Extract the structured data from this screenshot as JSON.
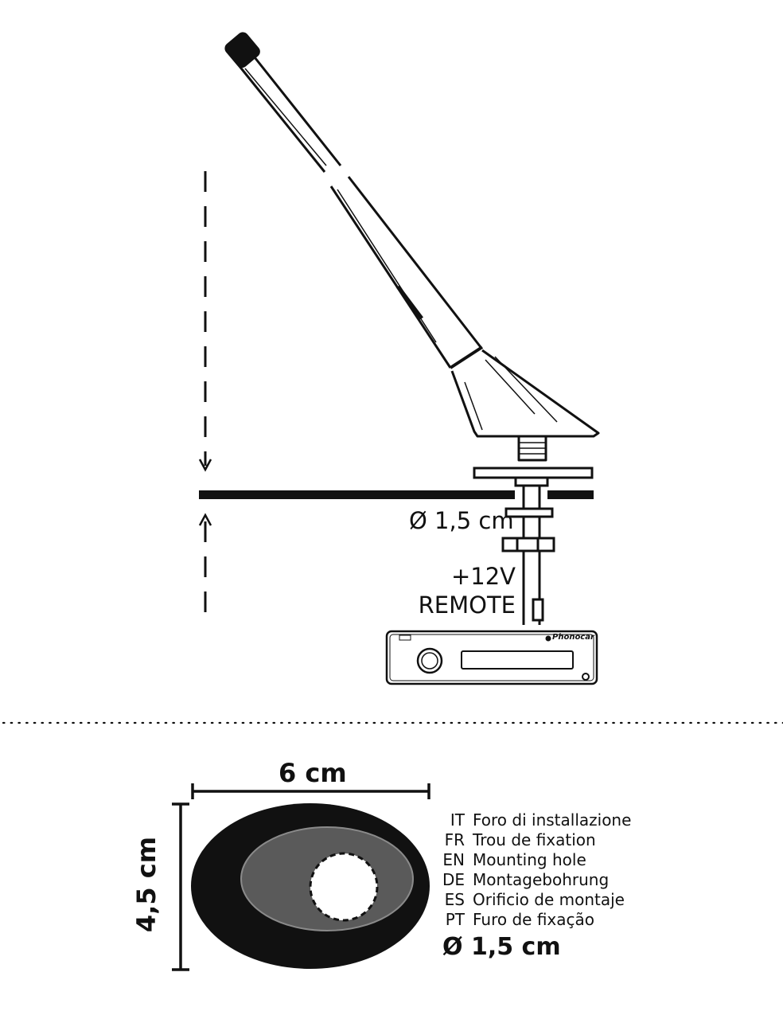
{
  "antenna_section": {
    "hole_label": "Ø 1,5 cm",
    "wire_label_power": "+12V",
    "wire_label_remote": "REMOTE",
    "radio_brand": "Phonocar"
  },
  "hole_section": {
    "width_label": "6 cm",
    "height_label": "4,5 cm",
    "languages": [
      {
        "code": "IT",
        "text": "Foro di installazione"
      },
      {
        "code": "FR",
        "text": "Trou de fixation"
      },
      {
        "code": "EN",
        "text": "Mounting hole"
      },
      {
        "code": "DE",
        "text": "Montagebohrung"
      },
      {
        "code": "ES",
        "text": "Orificio de montaje"
      },
      {
        "code": "PT",
        "text": "Furo de fixação"
      }
    ],
    "hole_diameter": "Ø 1,5 cm"
  },
  "colors": {
    "outline": "#111111",
    "gasket_outer": "#111111",
    "gasket_inner": "#5a5a5a",
    "background": "#ffffff"
  }
}
